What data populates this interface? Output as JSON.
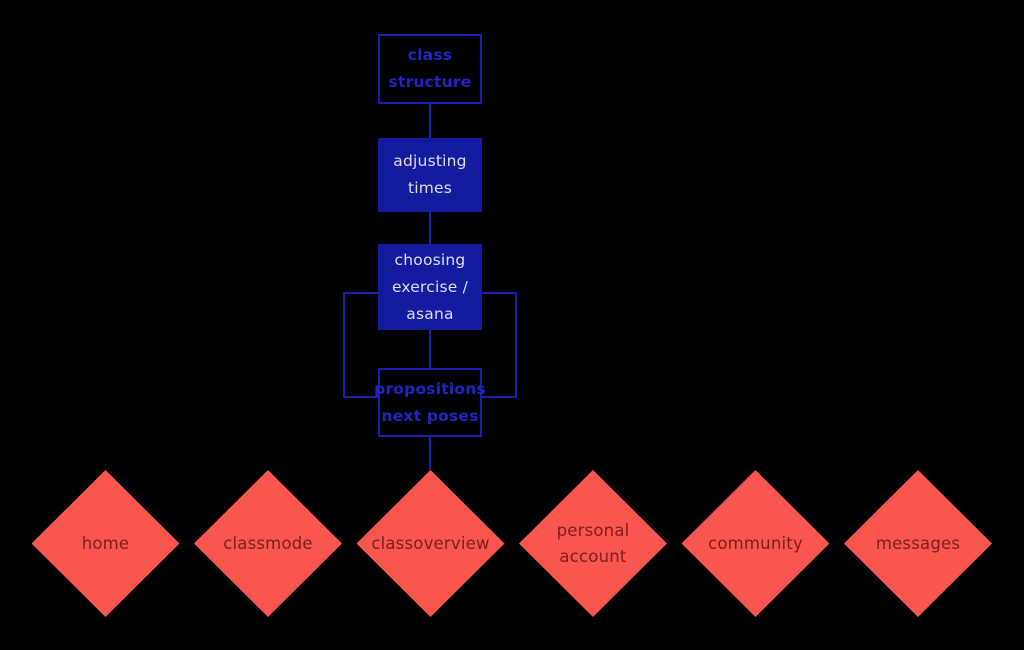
{
  "theme": {
    "bg": "#000000",
    "blueFill": "#141B9F",
    "blueLine": "#1C1CB2",
    "blueText": "#2323C4",
    "lightText": "#DCDCF4",
    "coral": "#F8564F",
    "maroon": "#7E201C"
  },
  "flowchart": {
    "nodes": [
      {
        "id": "class-structure",
        "label": "class structure",
        "style": "outlined",
        "lines": [
          "class",
          "structure"
        ]
      },
      {
        "id": "adjusting-times",
        "label": "adjusting times",
        "style": "filled",
        "lines": [
          "adjusting",
          "times"
        ]
      },
      {
        "id": "choosing-exercise-asana",
        "label": "choosing exercise / asana",
        "style": "filled",
        "lines": [
          "choosing",
          "exercise /",
          "asana"
        ]
      },
      {
        "id": "propositions-next-poses",
        "label": "propositions next poses",
        "style": "outlined",
        "lines": [
          "propositions",
          "next poses"
        ]
      }
    ],
    "connectors": [
      "class structure -> adjusting times",
      "adjusting times -> choosing exercise / asana",
      "choosing exercise / asana -> propositions next poses (with feedback loop rectangle)",
      "propositions next poses -> classoverview"
    ]
  },
  "nav": {
    "items": [
      {
        "label": "home",
        "lines": [
          "home"
        ]
      },
      {
        "label": "classmode",
        "lines": [
          "classmode"
        ]
      },
      {
        "label": "classoverview",
        "lines": [
          "classoverview"
        ]
      },
      {
        "label": "personal account",
        "lines": [
          "personal",
          "account"
        ]
      },
      {
        "label": "community",
        "lines": [
          "community"
        ]
      },
      {
        "label": "messages",
        "lines": [
          "messages"
        ]
      }
    ]
  }
}
